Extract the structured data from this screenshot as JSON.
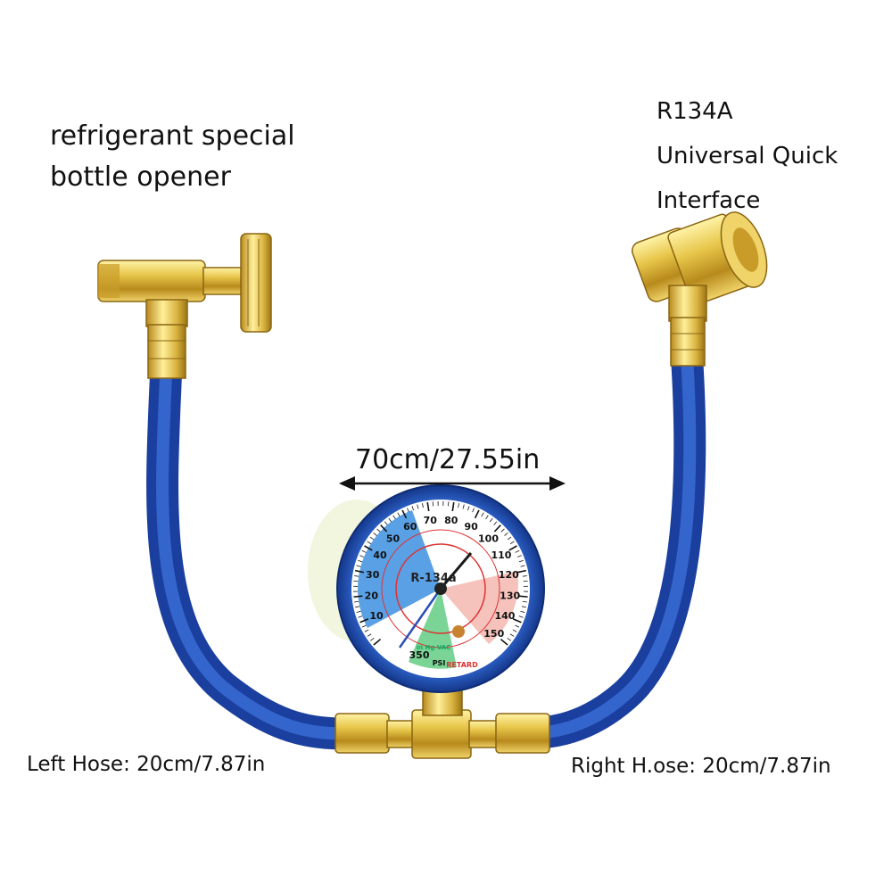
{
  "labels": {
    "opener_line1": "refrigerant special",
    "opener_line2": "bottle opener",
    "interface_line1": "R134A",
    "interface_line2": "Universal Quick",
    "interface_line3": "Interface",
    "dimension": "70cm/27.55in",
    "left_hose": "Left Hose: 20cm/7.87in",
    "right_hose": "Right H.ose: 20cm/7.87in"
  },
  "gauge": {
    "name": "R-134a",
    "unit": "PSI",
    "retard": "RETARD",
    "vac": "in Hg VAC",
    "psi_ticks": [
      "10",
      "20",
      "30",
      "40",
      "50",
      "60",
      "70",
      "80",
      "90",
      "100",
      "110",
      "120",
      "130",
      "140",
      "150"
    ],
    "max_label": "350"
  },
  "colors": {
    "hose": "#1f4fb8",
    "brass": "#e2c24a",
    "gauge_blue_zone": "#3d8fe0",
    "gauge_red_zone": "#f6c3bc",
    "gauge_green_zone": "#6ccf8a"
  }
}
